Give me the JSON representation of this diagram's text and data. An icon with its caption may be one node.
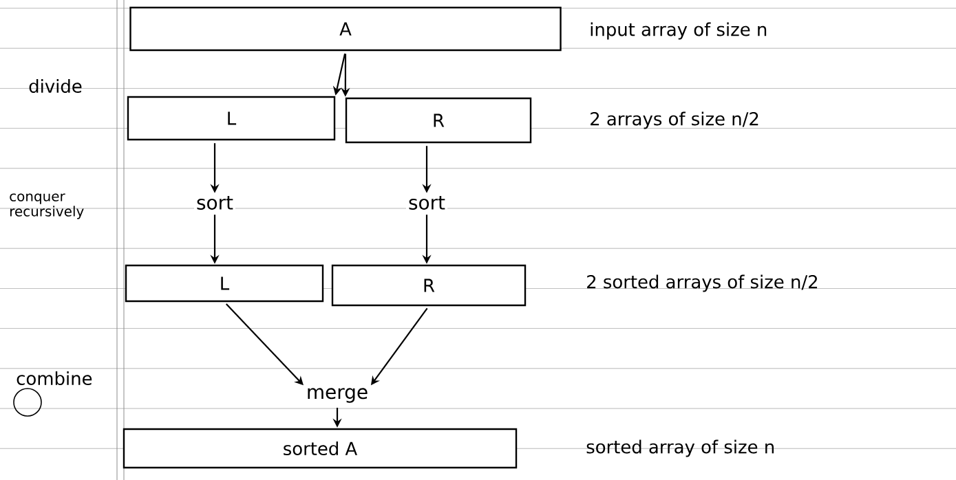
{
  "diagram": {
    "nodes": [
      {
        "text": [
          "A"
        ]
      },
      {
        "text": [
          "L"
        ]
      },
      {
        "text": [
          "R"
        ]
      },
      {
        "text": [
          "sort"
        ]
      },
      {
        "text": [
          "sort"
        ]
      },
      {
        "text": [
          "L"
        ]
      },
      {
        "text": [
          "R"
        ]
      },
      {
        "text": [
          "merge"
        ]
      },
      {
        "text": [
          "sorted A"
        ]
      }
    ],
    "edges": [
      {
        "from": 0,
        "to": 1,
        "arrow": "to"
      },
      {
        "from": 0,
        "to": 2,
        "arrow": "to"
      },
      {
        "from": 1,
        "to": 3,
        "arrow": "to"
      },
      {
        "from": 2,
        "to": 4,
        "arrow": "to"
      },
      {
        "from": 3,
        "to": 5,
        "arrow": "to"
      },
      {
        "from": 4,
        "to": 6,
        "arrow": "to"
      },
      {
        "from": 5,
        "to": 7,
        "arrow": "to"
      },
      {
        "from": 6,
        "to": 7,
        "arrow": "to"
      },
      {
        "from": 7,
        "to": 8,
        "arrow": "to"
      }
    ],
    "labels": [
      "input array of size n",
      "divide",
      "2 arrays of size n/2",
      "conquer recursively",
      "2 sorted arrays of size n/2",
      "combine",
      "sorted array of size n"
    ]
  }
}
